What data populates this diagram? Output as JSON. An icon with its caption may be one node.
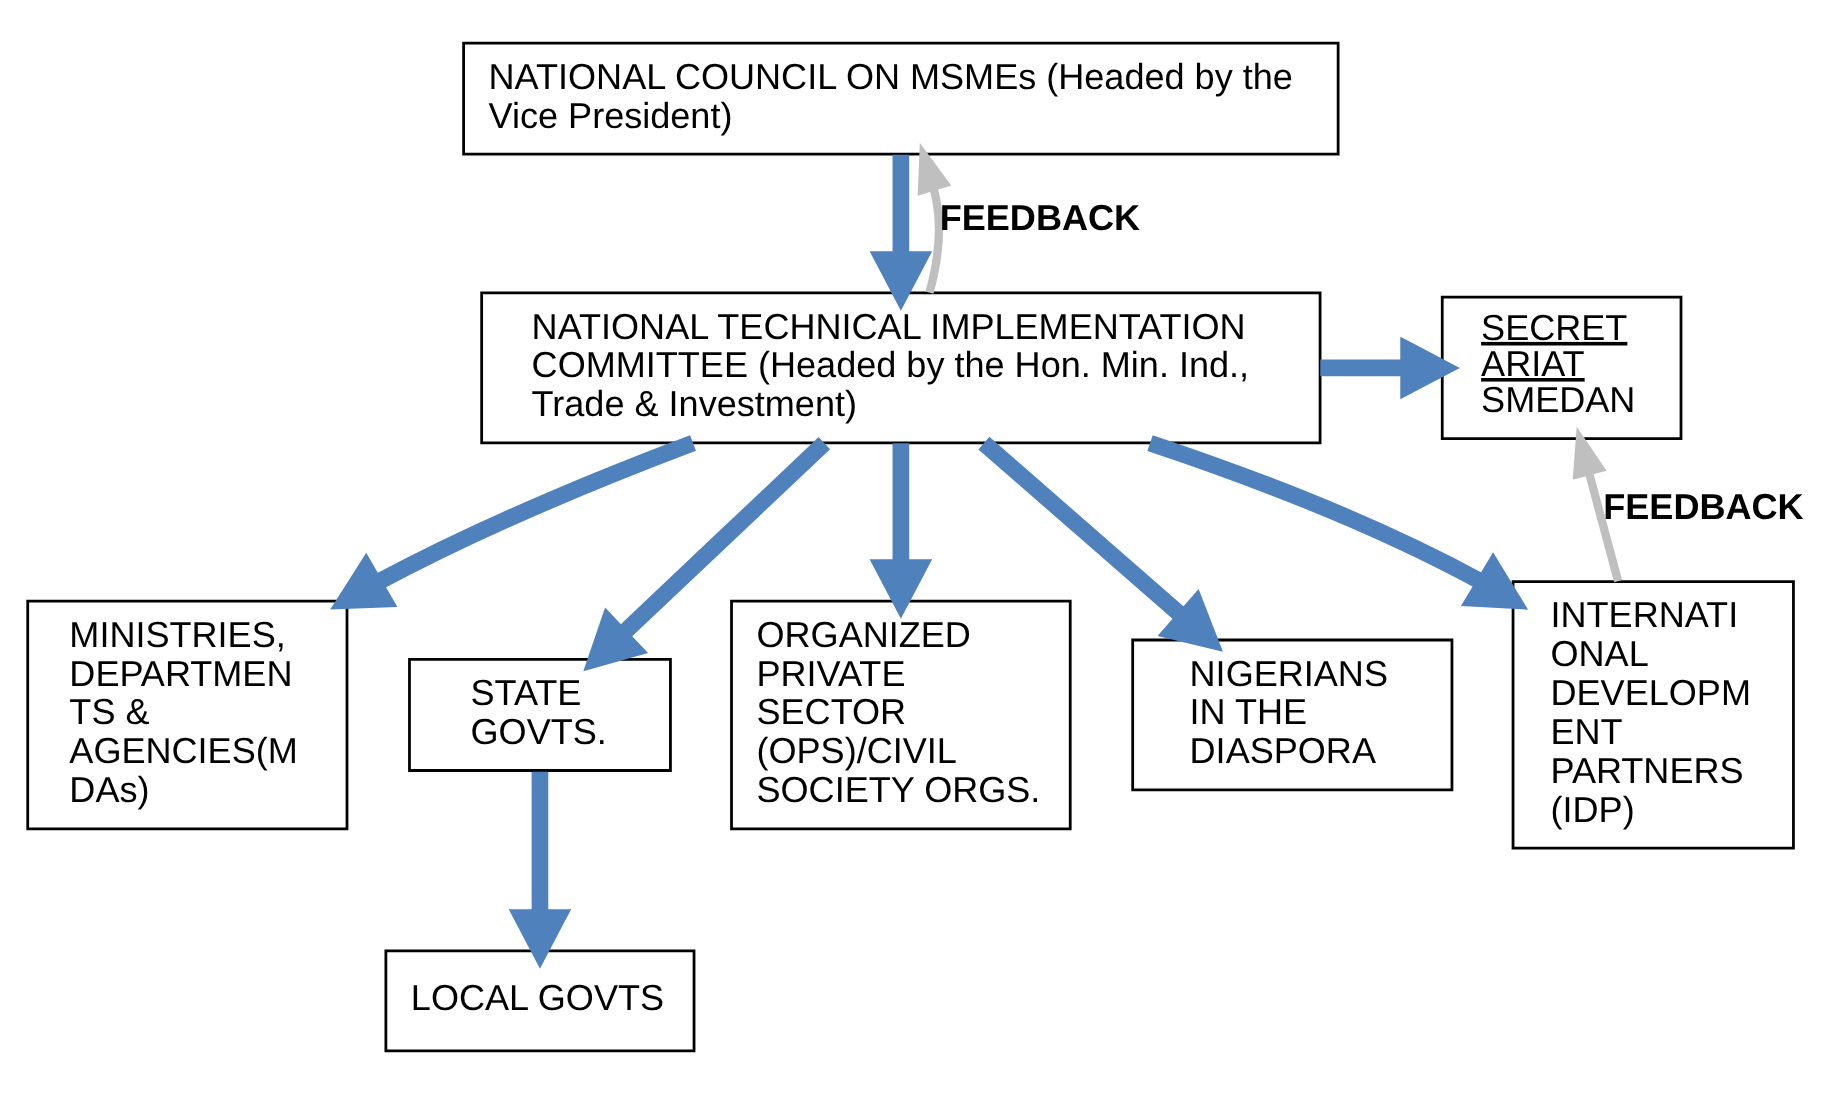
{
  "diagram": {
    "nodes": [
      {
        "text": [
          "NATIONAL COUNCIL ON MSMEs (Headed by the Vice President)"
        ]
      },
      {
        "text": [
          "NATIONAL TECHNICAL IMPLEMENTATION COMMITTEE (Headed by the Hon. Min. Ind., Trade & Investment)"
        ]
      },
      {
        "text": [
          "SECRET ARIAT",
          "SMEDAN"
        ]
      },
      {
        "text": [
          "MINISTRIES, DEPARTMEN TS & AGENCIES(M DAs)"
        ]
      },
      {
        "text": [
          "STATE GOVTS."
        ]
      },
      {
        "text": [
          "ORGANIZED PRIVATE SECTOR (OPS)/CIVIL SOCIETY ORGS."
        ]
      },
      {
        "text": [
          "NIGERIANS IN THE DIASPORA"
        ]
      },
      {
        "text": [
          "INTERNATI ONAL DEVELOPM ENT PARTNERS (IDP)"
        ]
      },
      {
        "text": [
          "LOCAL GOVTS"
        ]
      }
    ],
    "edges": [
      {
        "from": 0,
        "to": 1,
        "arrow": "to"
      },
      {
        "from": 1,
        "to": 2,
        "arrow": "to"
      },
      {
        "from": 1,
        "to": 3,
        "arrow": "to"
      },
      {
        "from": 1,
        "to": 4,
        "arrow": "to"
      },
      {
        "from": 1,
        "to": 5,
        "arrow": "to"
      },
      {
        "from": 1,
        "to": 6,
        "arrow": "to"
      },
      {
        "from": 1,
        "to": 7,
        "arrow": "to"
      },
      {
        "from": 4,
        "to": 8,
        "arrow": "to"
      },
      {
        "from": 1,
        "to": 0,
        "arrow": "to",
        "label": "FEEDBACK",
        "color": "#bfbfbf"
      },
      {
        "from": 7,
        "to": 2,
        "arrow": "to",
        "label": "FEEDBACK",
        "color": "#bfbfbf"
      }
    ]
  }
}
